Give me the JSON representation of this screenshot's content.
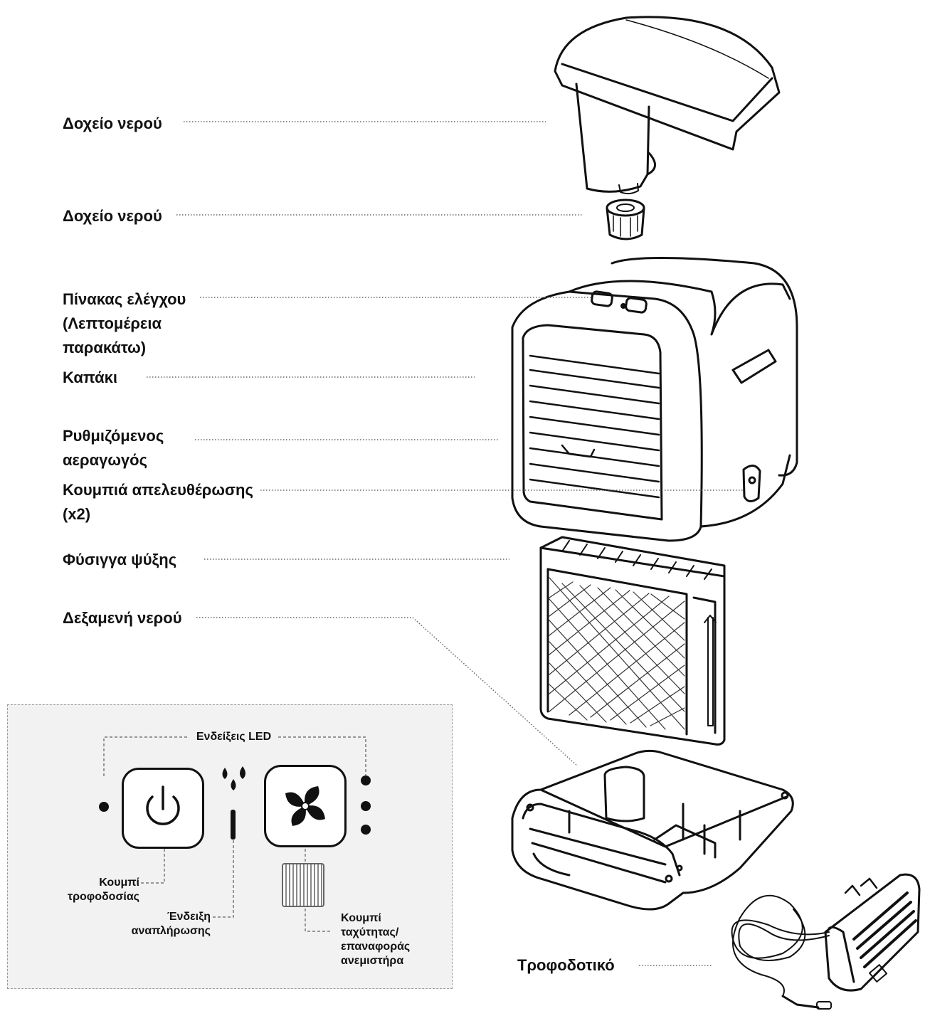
{
  "labels": {
    "water_tank_top": "Δοχείο νερού",
    "water_tank_cap": "Δοχείο νερού",
    "control_panel": [
      "Πίνακας ελέγχου",
      "(Λεπτομέρεια",
      "παρακάτω)"
    ],
    "lid": "Καπάκι",
    "adjustable_vent": [
      "Ρυθμιζόμενος",
      "αεραγωγός"
    ],
    "release_buttons": [
      "Κουμπιά απελευθέρωσης",
      "(x2)"
    ],
    "cooling_cartridge": "Φύσιγγα ψύξης",
    "water_reservoir": "Δεξαμενή νερού",
    "power_adapter": "Τροφοδοτικό"
  },
  "panel": {
    "led_title": "Ενδείξεις LED",
    "power_button": [
      "Κουμπί",
      "τροφοδοσίας"
    ],
    "refill_indicator": [
      "Ένδειξη",
      "αναπλήρωσης"
    ],
    "fan_button": [
      "Κουμπί",
      "ταχύτητας/",
      "επαναφοράς",
      "ανεμιστήρα"
    ]
  },
  "icons": [
    "power-icon",
    "water-drops-icon",
    "fan-icon",
    "cartridge-icon"
  ]
}
